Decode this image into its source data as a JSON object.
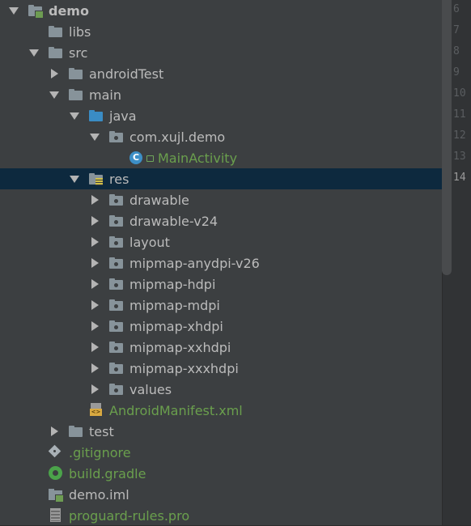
{
  "tree": [
    {
      "label": "demo",
      "depth": 0,
      "arrow": "expanded",
      "icon": "module-folder-icon",
      "bold": true
    },
    {
      "label": "libs",
      "depth": 1,
      "arrow": "none",
      "icon": "folder-icon"
    },
    {
      "label": "src",
      "depth": 1,
      "arrow": "expanded",
      "icon": "folder-icon"
    },
    {
      "label": "androidTest",
      "depth": 2,
      "arrow": "collapsed",
      "icon": "folder-icon"
    },
    {
      "label": "main",
      "depth": 2,
      "arrow": "expanded",
      "icon": "folder-icon"
    },
    {
      "label": "java",
      "depth": 3,
      "arrow": "expanded",
      "icon": "source-folder-icon"
    },
    {
      "label": "com.xujl.demo",
      "depth": 4,
      "arrow": "expanded",
      "icon": "package-icon"
    },
    {
      "label": "MainActivity",
      "depth": 5,
      "arrow": "none",
      "icon": "class-icon",
      "green": true
    },
    {
      "label": "res",
      "depth": 3,
      "arrow": "expanded",
      "icon": "resource-folder-icon",
      "selected": true
    },
    {
      "label": "drawable",
      "depth": 4,
      "arrow": "collapsed",
      "icon": "package-icon"
    },
    {
      "label": "drawable-v24",
      "depth": 4,
      "arrow": "collapsed",
      "icon": "package-icon"
    },
    {
      "label": "layout",
      "depth": 4,
      "arrow": "collapsed",
      "icon": "package-icon"
    },
    {
      "label": "mipmap-anydpi-v26",
      "depth": 4,
      "arrow": "collapsed",
      "icon": "package-icon"
    },
    {
      "label": "mipmap-hdpi",
      "depth": 4,
      "arrow": "collapsed",
      "icon": "package-icon"
    },
    {
      "label": "mipmap-mdpi",
      "depth": 4,
      "arrow": "collapsed",
      "icon": "package-icon"
    },
    {
      "label": "mipmap-xhdpi",
      "depth": 4,
      "arrow": "collapsed",
      "icon": "package-icon"
    },
    {
      "label": "mipmap-xxhdpi",
      "depth": 4,
      "arrow": "collapsed",
      "icon": "package-icon"
    },
    {
      "label": "mipmap-xxxhdpi",
      "depth": 4,
      "arrow": "collapsed",
      "icon": "package-icon"
    },
    {
      "label": "values",
      "depth": 4,
      "arrow": "collapsed",
      "icon": "package-icon"
    },
    {
      "label": "AndroidManifest.xml",
      "depth": 3,
      "arrow": "none",
      "icon": "xml-file-icon",
      "green": true
    },
    {
      "label": "test",
      "depth": 2,
      "arrow": "collapsed",
      "icon": "folder-icon"
    },
    {
      "label": ".gitignore",
      "depth": 1,
      "arrow": "none",
      "icon": "git-file-icon",
      "green": true
    },
    {
      "label": "build.gradle",
      "depth": 1,
      "arrow": "none",
      "icon": "gradle-file-icon",
      "green": true
    },
    {
      "label": "demo.iml",
      "depth": 1,
      "arrow": "none",
      "icon": "iml-file-icon"
    },
    {
      "label": "proguard-rules.pro",
      "depth": 1,
      "arrow": "none",
      "icon": "text-file-icon",
      "green": true
    }
  ],
  "line_numbers": [
    "6",
    "7",
    "8",
    "9",
    "10",
    "11",
    "12",
    "13",
    "14"
  ],
  "current_line": "14",
  "colors": {
    "panel_bg": "#3c3f41",
    "selection": "#0d293e",
    "text": "#bbbbbb",
    "added_file_text": "#6a9f4d",
    "source_folder": "#3a8cc4",
    "class_icon": "#3d8fc7"
  }
}
